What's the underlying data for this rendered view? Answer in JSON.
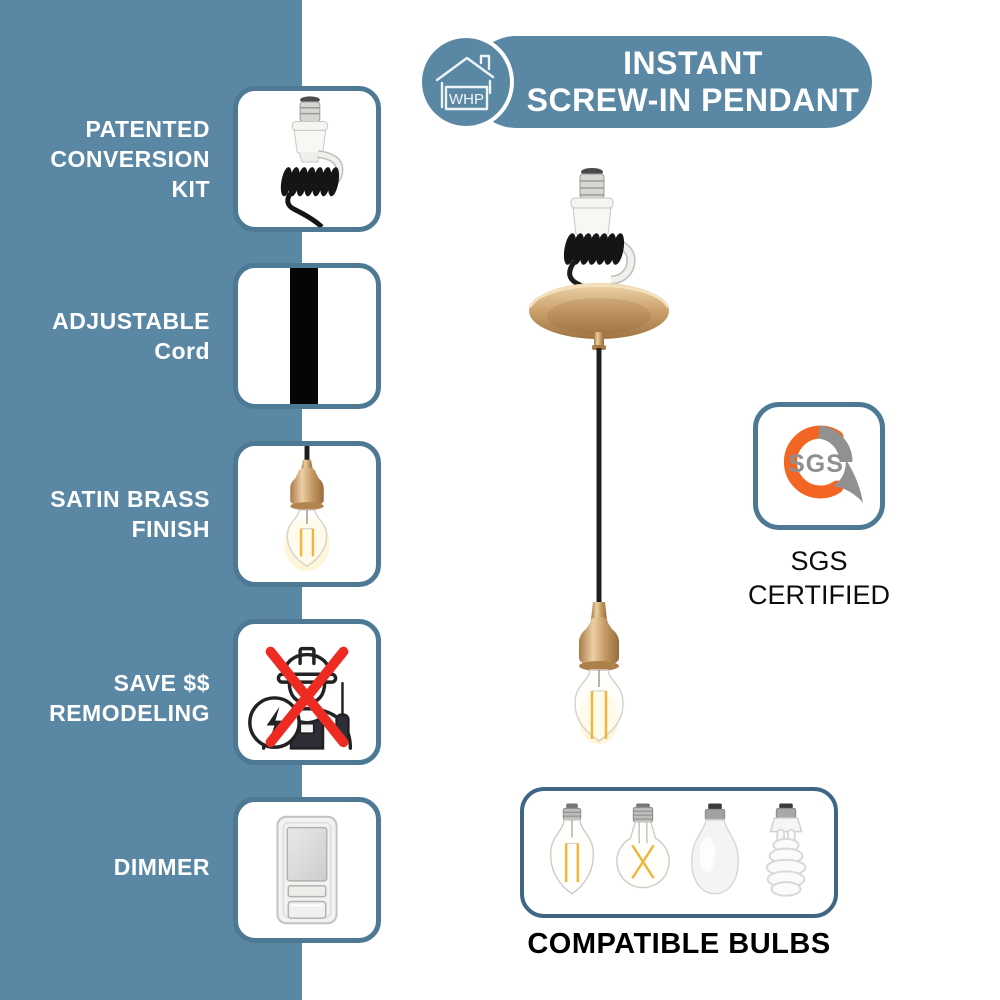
{
  "banner": {
    "logo_text": "WHP",
    "title_line1": "INSTANT",
    "title_line2": "SCREW-IN PENDANT"
  },
  "features": [
    {
      "id": "patented-conversion-kit",
      "lines": [
        "PATENTED",
        "CONVERSION",
        "KIT"
      ],
      "image": "screw-in conversion kit with coiled cord"
    },
    {
      "id": "adjustable-cord",
      "lines": [
        "ADJUSTABLE",
        "Cord"
      ],
      "image": "thick black adjustable cord"
    },
    {
      "id": "satin-brass-finish",
      "lines": [
        "SATIN BRASS",
        "FINISH"
      ],
      "image": "satin brass socket with edison bulb"
    },
    {
      "id": "save-remodeling",
      "lines": [
        "SAVE $$",
        "REMODELING"
      ],
      "image": "electrician crossed out with red X"
    },
    {
      "id": "dimmer",
      "lines": [
        "DIMMER"
      ],
      "image": "wall dimmer switch"
    }
  ],
  "product": {
    "description": "instant screw-in pendant: screw-in adapter, coiled cord, brass canopy, hanging cord, brass socket, edison filament bulb"
  },
  "certification": {
    "logo_text": "SGS",
    "caption_line1": "SGS",
    "caption_line2": "CERTIFIED"
  },
  "bulbs": {
    "caption": "COMPATIBLE BULBS",
    "types": [
      "edison-st64-filament-bulb",
      "a19-filament-bulb",
      "frosted-a19-bulb",
      "spiral-cfl-bulb"
    ]
  },
  "colors": {
    "accent_blue": "#5987a4",
    "box_border_blue": "#4e7995",
    "bulbs_border_blue": "#3f6785",
    "brass": "#c59a63",
    "sgs_orange": "#f26522",
    "cross_red": "#ee2b22"
  }
}
